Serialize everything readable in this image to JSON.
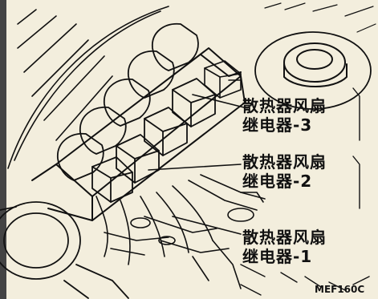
{
  "labels": [
    {
      "line1": "散热器风扇",
      "line2": "继电器-3"
    },
    {
      "line1": "散热器风扇",
      "line2": "继电器-2"
    },
    {
      "line1": "散热器风扇",
      "line2": "继电器-1"
    }
  ],
  "figure_code": "MEF160C",
  "colors": {
    "paper": "#f3eedd",
    "ink": "#111111"
  }
}
